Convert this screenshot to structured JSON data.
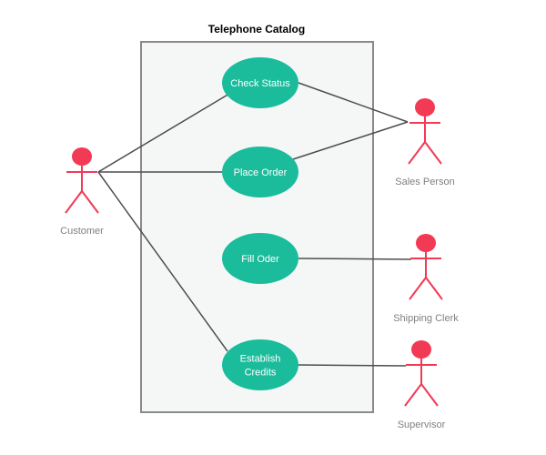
{
  "diagram": {
    "title": "Telephone Catalog",
    "colors": {
      "use_case_fill": "#1abc9c",
      "actor": "#f23a55",
      "boundary_fill": "#f5f7f7",
      "boundary_stroke": "#8a8a8a",
      "association": "#4d4d4d",
      "actor_label": "#808080"
    },
    "use_cases": [
      {
        "id": "check-status",
        "lines": [
          "Check Status"
        ]
      },
      {
        "id": "place-order",
        "lines": [
          "Place Order"
        ]
      },
      {
        "id": "fill-order",
        "lines": [
          "Fill Oder"
        ]
      },
      {
        "id": "establish-credits",
        "lines": [
          "Establish",
          "Credits"
        ]
      }
    ],
    "actors": [
      {
        "id": "customer",
        "label": "Customer"
      },
      {
        "id": "sales-person",
        "label": "Sales Person"
      },
      {
        "id": "shipping-clerk",
        "label": "Shipping Clerk"
      },
      {
        "id": "supervisor",
        "label": "Supervisor"
      }
    ],
    "associations": [
      {
        "actor": "customer",
        "use_case": "check-status"
      },
      {
        "actor": "customer",
        "use_case": "place-order"
      },
      {
        "actor": "customer",
        "use_case": "establish-credits"
      },
      {
        "actor": "sales-person",
        "use_case": "check-status"
      },
      {
        "actor": "sales-person",
        "use_case": "place-order"
      },
      {
        "actor": "shipping-clerk",
        "use_case": "fill-order"
      },
      {
        "actor": "supervisor",
        "use_case": "establish-credits"
      }
    ]
  }
}
